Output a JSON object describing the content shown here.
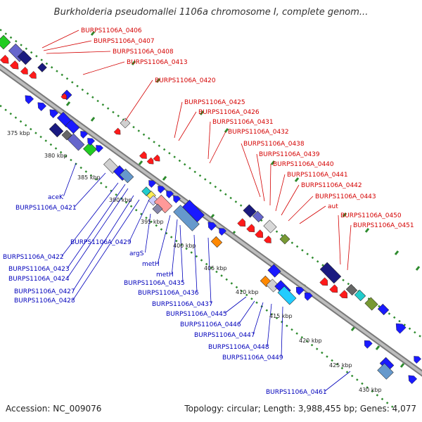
{
  "title": "Burkholderia pseudomallei 1106a chromosome I, complete genom...",
  "footer": {
    "accession": "Accession: NC_009076",
    "summary": "Topology: circular; Length: 3,988,455 bp; Genes: 4,077"
  },
  "colors": {
    "forward_label": "#d40000",
    "reverse_label": "#0000bb",
    "backbone": "#9a9a9a",
    "ruler_dots": "#2e8b2e"
  },
  "ticks": [
    "375 kbp",
    "380 kbp",
    "385 kbp",
    "390 kbp",
    "395 kbp",
    "400 kbp",
    "405 kbp",
    "410 kbp",
    "415 kbp",
    "420 kbp",
    "425 kbp",
    "430 kbp"
  ],
  "forward_labels": [
    "BURPS1106A_0406",
    "BURPS1106A_0407",
    "BURPS1106A_0408",
    "BURPS1106A_0413",
    "BURPS1106A_0420",
    "BURPS1106A_0425",
    "BURPS1106A_0426",
    "BURPS1106A_0431",
    "BURPS1106A_0432",
    "BURPS1106A_0438",
    "BURPS1106A_0439",
    "BURPS1106A_0440",
    "BURPS1106A_0441",
    "BURPS1106A_0442",
    "BURPS1106A_0443",
    "aut",
    "BURPS1106A_0450",
    "BURPS1106A_0451"
  ],
  "reverse_labels": [
    "aceK",
    "BURPS1106A_0421",
    "BURPS1106A_0422",
    "BURPS1106A_0423",
    "BURPS1106A_0424",
    "BURPS1106A_0427",
    "BURPS1106A_0428",
    "BURPS1106A_0429",
    "argS",
    "metH",
    "metH",
    "BURPS1106A_0435",
    "BURPS1106A_0436",
    "BURPS1106A_0437",
    "BURPS1106A_0445",
    "BURPS1106A_0446",
    "BURPS1106A_0447",
    "BURPS1106A_0448",
    "BURPS1106A_0449",
    "BURPS1106A_0461"
  ]
}
